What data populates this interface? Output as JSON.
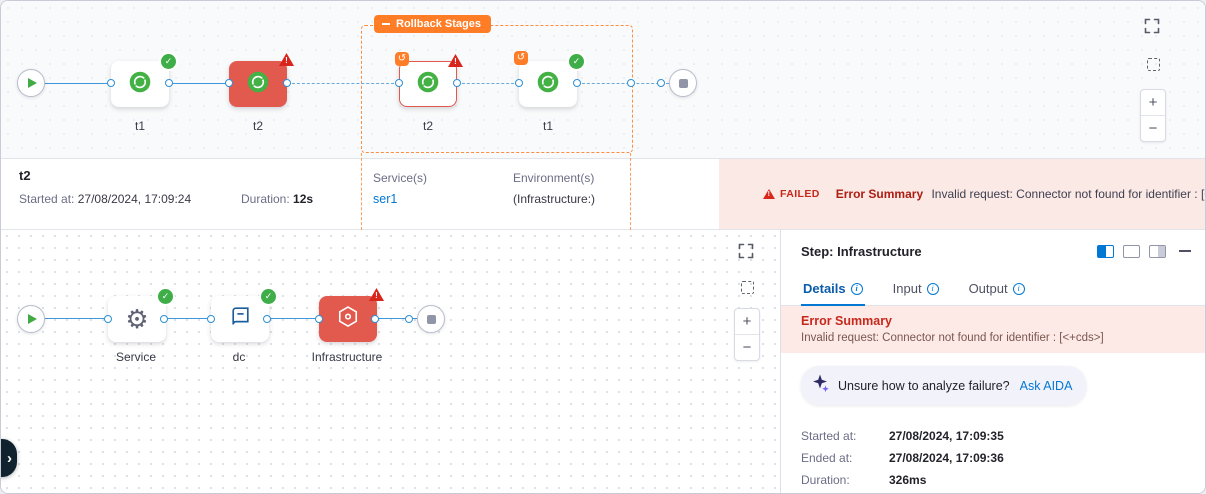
{
  "top_pipeline": {
    "rollback_tag": "Rollback Stages",
    "stages": [
      {
        "label": "t1",
        "status": "success"
      },
      {
        "label": "t2",
        "status": "failed"
      },
      {
        "label": "t2",
        "status": "failed-rollback"
      },
      {
        "label": "t1",
        "status": "success-rollback"
      }
    ]
  },
  "zoom_controls": {
    "zoom_in": "+",
    "zoom_out": "−"
  },
  "stage_summary": {
    "title": "t2",
    "started_label": "Started at:",
    "started_value": "27/08/2024, 17:09:24",
    "duration_label": "Duration:",
    "duration_value": "12s",
    "services_label": "Service(s)",
    "service_value": "ser1",
    "environments_label": "Environment(s)",
    "environment_value": "(Infrastructure:)",
    "failed_badge": "FAILED",
    "error_label": "Error Summary",
    "error_text": "Invalid request: Connector not found for identifier : [<+cds>]"
  },
  "execution": {
    "steps": [
      {
        "label": "Service",
        "status": "success"
      },
      {
        "label": "dc",
        "status": "success"
      },
      {
        "label": "Infrastructure",
        "status": "failed"
      }
    ]
  },
  "step_panel": {
    "title": "Step: Infrastructure",
    "tabs": [
      {
        "label": "Details"
      },
      {
        "label": "Input"
      },
      {
        "label": "Output"
      }
    ],
    "error_label": "Error Summary",
    "error_text": "Invalid request: Connector not found for identifier : [<+cds>]",
    "aida_prompt": "Unsure how to analyze failure?",
    "aida_link": "Ask AIDA",
    "details": [
      {
        "label": "Started at:",
        "value": "27/08/2024, 17:09:35"
      },
      {
        "label": "Ended at:",
        "value": "27/08/2024, 17:09:36"
      },
      {
        "label": "Duration:",
        "value": "326ms"
      }
    ]
  }
}
